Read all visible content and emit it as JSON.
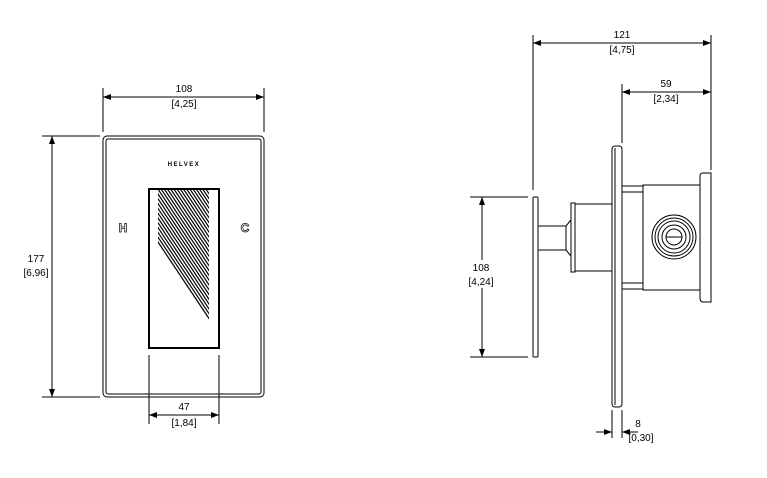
{
  "front_view": {
    "brand": "HELVEX",
    "hot_label": "H",
    "cold_label": "C",
    "width_dim": {
      "mm": "108",
      "in": "[4,25]"
    },
    "height_dim": {
      "mm": "177",
      "in": "[6,96]"
    },
    "handle_dim": {
      "mm": "47",
      "in": "[1,84]"
    }
  },
  "side_view": {
    "depth_dim": {
      "mm": "121",
      "in": "[4,75]"
    },
    "body_dim": {
      "mm": "59",
      "in": "[2,34]"
    },
    "lever_dim": {
      "mm": "108",
      "in": "[4,24]"
    },
    "plate_dim": {
      "mm": "8",
      "in": "[0,30]"
    }
  }
}
